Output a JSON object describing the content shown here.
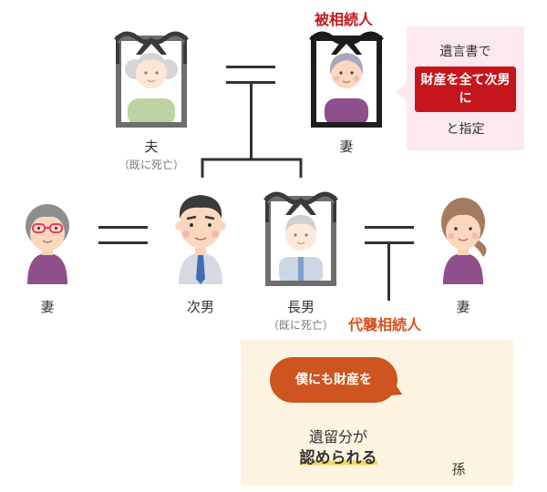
{
  "labels": {
    "decedent_title": "被相続人",
    "husband": "夫",
    "husband_note": "（既に死亡）",
    "wife_top": "妻",
    "second_son": "次男",
    "eldest_son": "長男",
    "eldest_son_note": "（既に死亡）",
    "wife_left": "妻",
    "wife_right": "妻",
    "representative_title": "代襲相続人",
    "grandson": "孫"
  },
  "will_box": {
    "line1": "遺言書で",
    "highlight": "財産を全て次男に",
    "line3": "と指定"
  },
  "heir_box": {
    "speech": "僕にも財産を",
    "line1": "遺留分が",
    "line2": "認められる"
  },
  "colors": {
    "decedent_red": "#c6161d",
    "representative_orange": "#d9521f",
    "will_box_bg": "#fbe9ee",
    "heir_box_bg": "#fdf3e1",
    "line": "#333333"
  },
  "icons": [
    "memorial-photo-frame",
    "person-avatar",
    "mourning-ribbon"
  ]
}
